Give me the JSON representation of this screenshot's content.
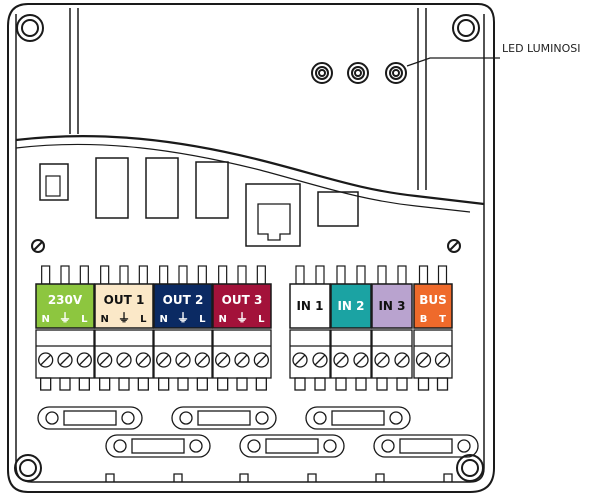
{
  "callout": {
    "led_label": "LED LUMINOSI"
  },
  "terminals": {
    "t230": {
      "name": "230V",
      "sub": [
        "N",
        "⏚",
        "L"
      ],
      "color": "#8dc63f",
      "text": "#ffffff"
    },
    "out1": {
      "name": "OUT 1",
      "sub": [
        "N",
        "⏚",
        "L"
      ],
      "color": "#fbe8c8",
      "text": "#111111"
    },
    "out2": {
      "name": "OUT 2",
      "sub": [
        "N",
        "⏚",
        "L"
      ],
      "color": "#0b2a63",
      "text": "#ffffff"
    },
    "out3": {
      "name": "OUT 3",
      "sub": [
        "N",
        "⏚",
        "L"
      ],
      "color": "#a3123a",
      "text": "#ffffff"
    },
    "in1": {
      "name": "IN 1",
      "sub": [],
      "color": "#ffffff",
      "text": "#111111"
    },
    "in2": {
      "name": "IN 2",
      "sub": [],
      "color": "#1ba3a3",
      "text": "#ffffff"
    },
    "in3": {
      "name": "IN 3",
      "sub": [],
      "color": "#b9a3cf",
      "text": "#111111"
    },
    "bus": {
      "name": "BUS",
      "sub": [
        "B",
        "T"
      ],
      "color": "#ef6a2b",
      "text": "#ffffff"
    }
  }
}
